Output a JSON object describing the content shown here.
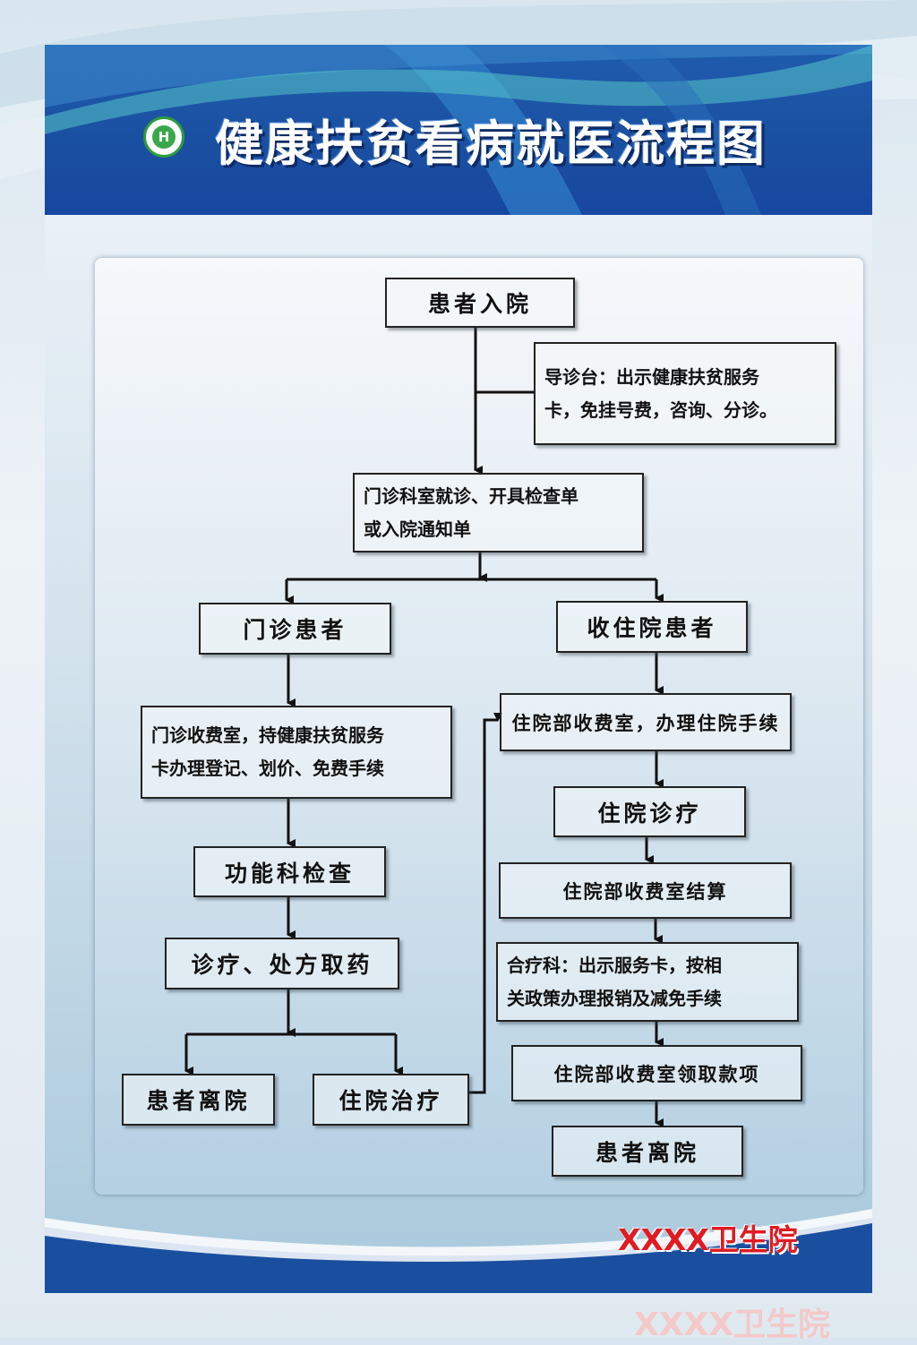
{
  "title": "健康扶贫看病就医流程图",
  "logo_glyph": "H",
  "hospital": "XXXX卫生院",
  "watermark_text": "XXXX卫生院",
  "colors": {
    "header_blue": "#1a4fa0",
    "hospital_red": "#e11b22",
    "logo_green": "#3aa84a",
    "box_border": "#222222"
  },
  "nodes": {
    "patient_admit": "患者入院",
    "triage_desk": [
      "导诊台：出示健康扶贫服务",
      "卡，免挂号费，咨询、分诊。"
    ],
    "outpatient_visit": [
      "门诊科室就诊、开具检查单",
      "或入院通知单"
    ],
    "outpatient_patient": "门诊患者",
    "inpatient_patient": "收住院患者",
    "outpatient_billing": [
      "门诊收费室，持健康扶贫服务",
      "卡办理登记、划价、免费手续"
    ],
    "functional_exam": "功能科检查",
    "diagnosis_medicine": "诊疗、处方取药",
    "patient_leave_left": "患者离院",
    "hospital_treatment": "住院治疗",
    "inpatient_billing": "住院部收费室，办理住院手续",
    "inpatient_care": "住院诊疗",
    "inpatient_settlement": "住院部收费室结算",
    "cooperative_medical": [
      "合疗科：出示服务卡，按相",
      "关政策办理报销及减免手续"
    ],
    "collect_payment": "住院部收费室领取款项",
    "patient_leave_right": "患者离院"
  }
}
